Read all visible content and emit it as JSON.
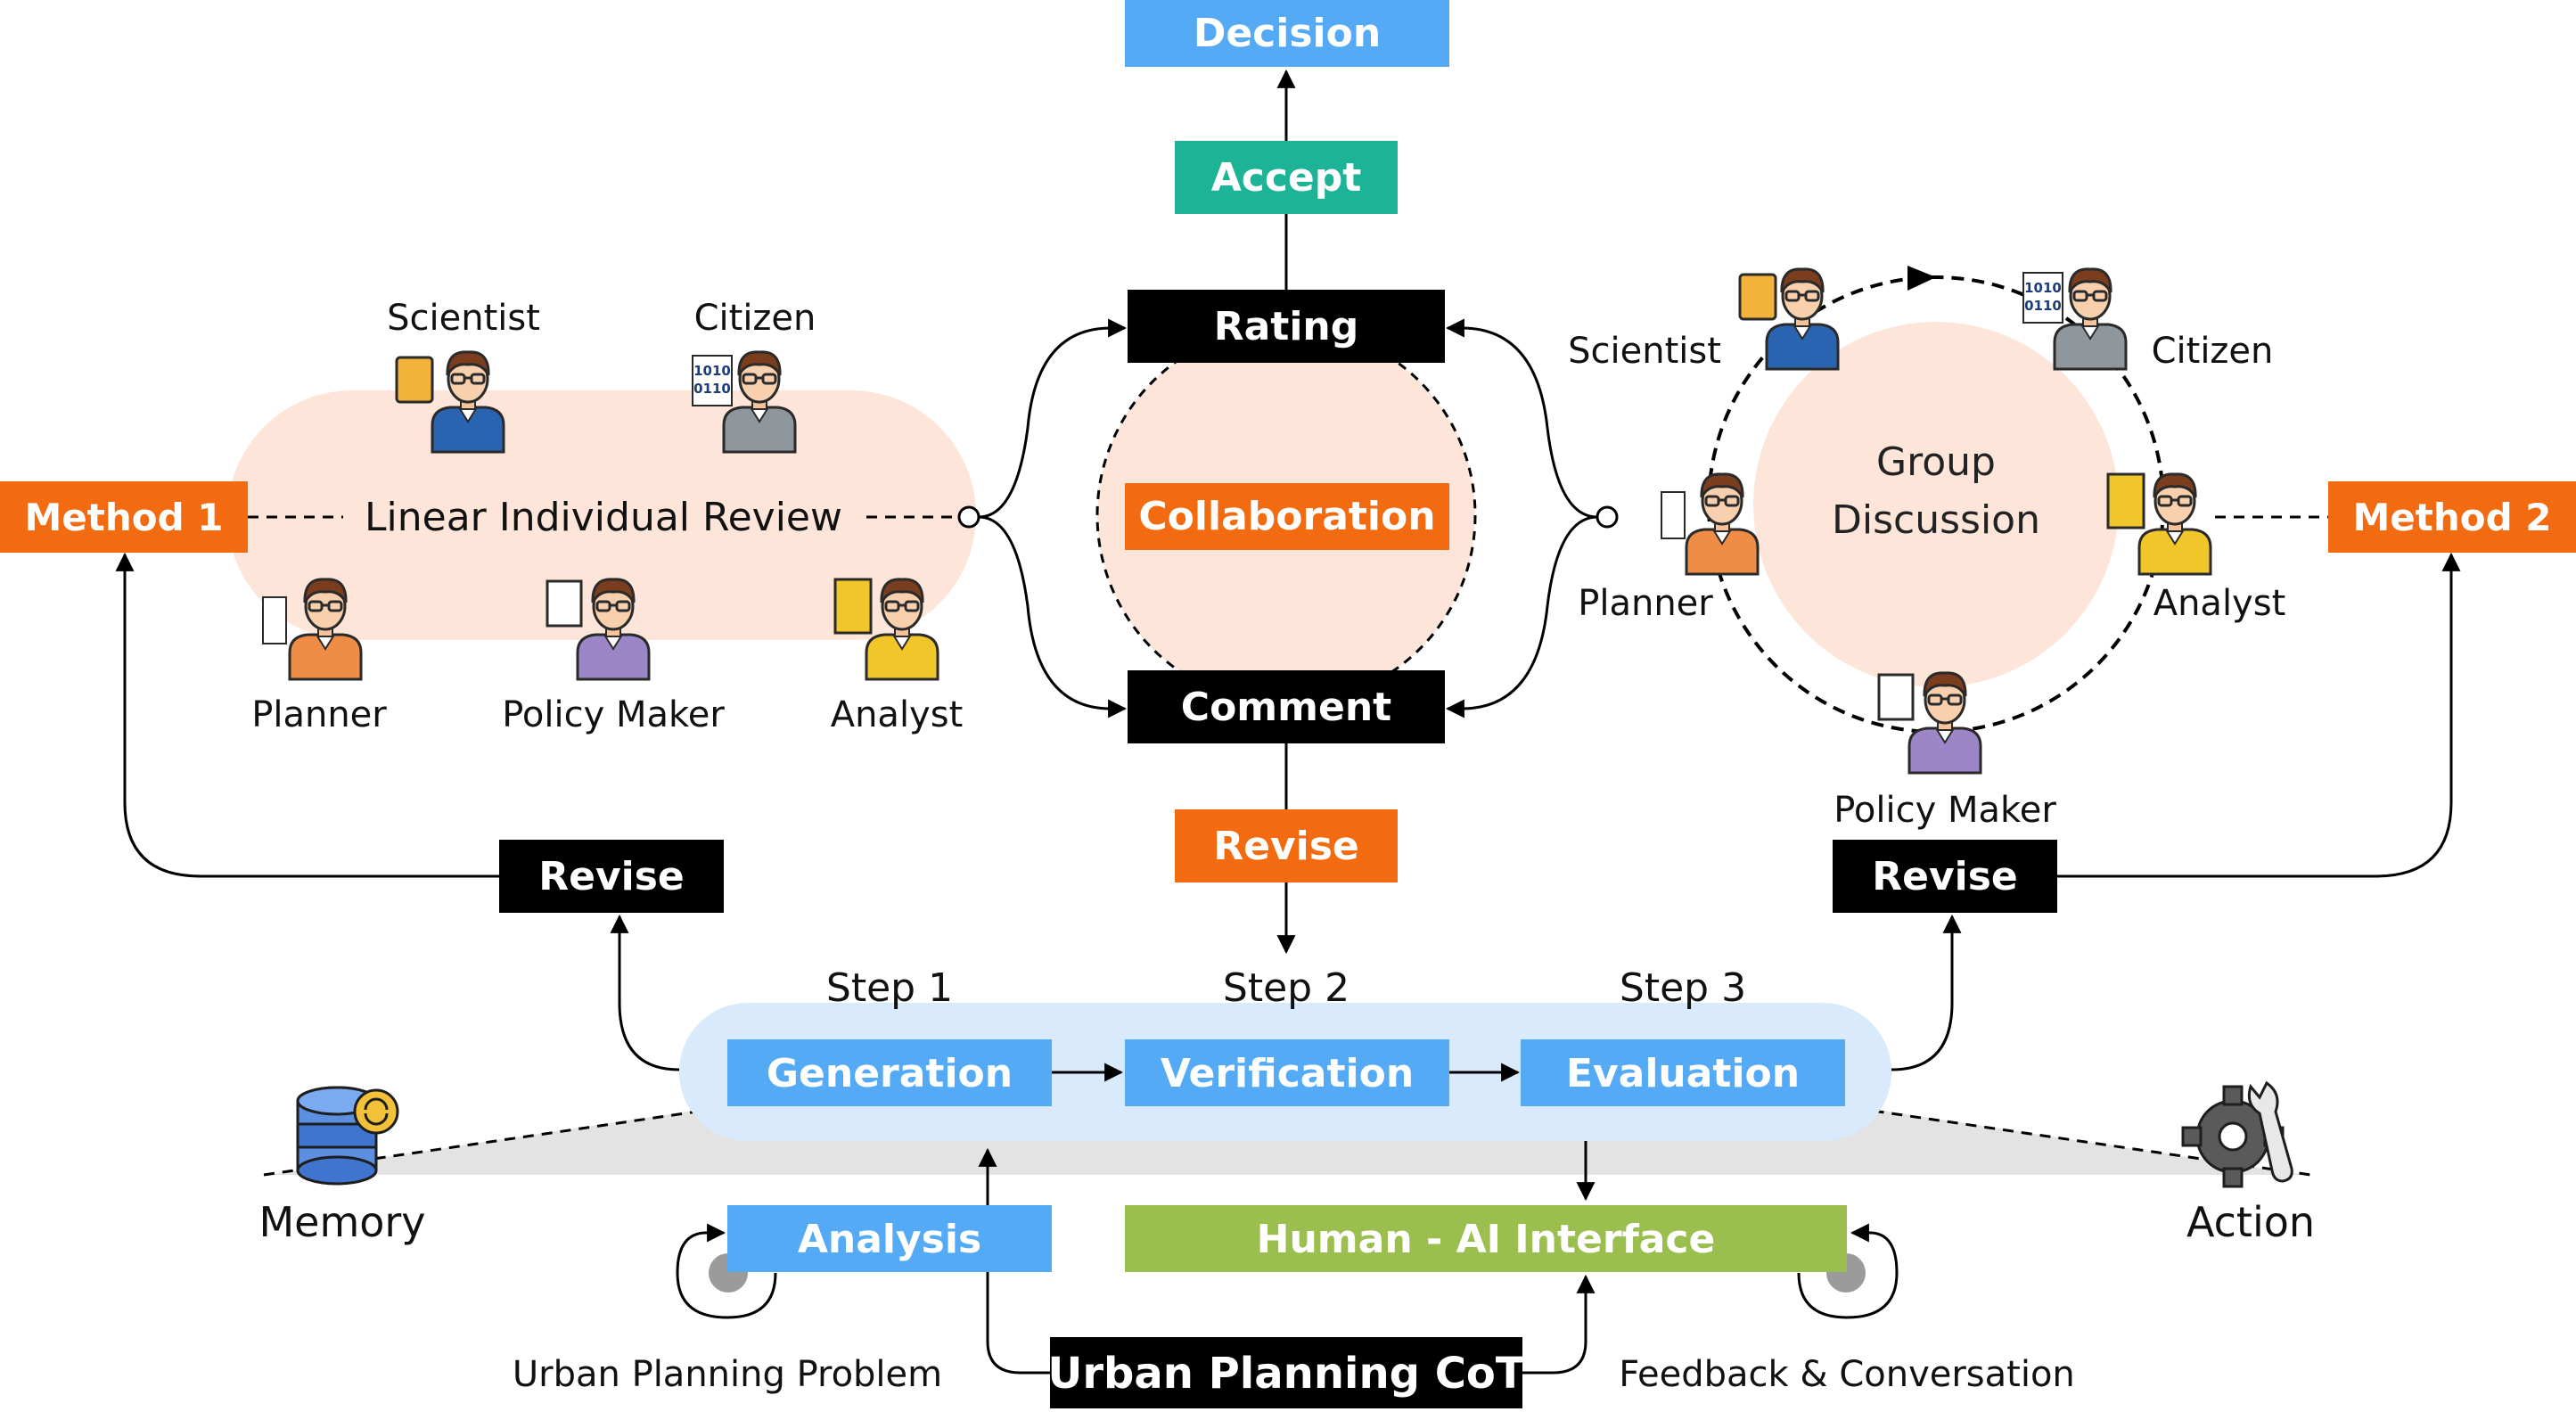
{
  "top": {
    "decision": "Decision",
    "accept": "Accept"
  },
  "center": {
    "rating": "Rating",
    "collaboration": "Collaboration",
    "comment": "Comment",
    "revise": "Revise"
  },
  "method1": {
    "label": "Method 1",
    "review": "Linear Individual Review",
    "revise": "Revise",
    "roles": {
      "scientist": "Scientist",
      "citizen": "Citizen",
      "planner": "Planner",
      "policy_maker": "Policy Maker",
      "analyst": "Analyst"
    }
  },
  "method2": {
    "label": "Method 2",
    "discussion_line1": "Group",
    "discussion_line2": "Discussion",
    "revise": "Revise",
    "roles": {
      "scientist": "Scientist",
      "citizen": "Citizen",
      "planner": "Planner",
      "policy_maker": "Policy Maker",
      "analyst": "Analyst"
    }
  },
  "steps": {
    "step1": "Step 1",
    "step2": "Step 2",
    "step3": "Step 3",
    "generation": "Generation",
    "verification": "Verification",
    "evaluation": "Evaluation"
  },
  "bottom": {
    "memory": "Memory",
    "action": "Action",
    "analysis": "Analysis",
    "interface": "Human - AI Interface",
    "cot": "Urban Planning CoT",
    "problem": "Urban Planning Problem",
    "feedback": "Feedback & Conversation"
  },
  "colors": {
    "blue": "#55aaf5",
    "teal": "#1db396",
    "orange": "#f26b11",
    "black": "#000000",
    "green": "#9bbf4e",
    "peach": "#fde6d9",
    "light_blue": "#d8eafb"
  },
  "icons": [
    "person-icon",
    "calculator-icon",
    "binary-code-icon",
    "document-pen-icon",
    "code-screen-icon",
    "database-sync-icon",
    "gear-wrench-icon"
  ]
}
